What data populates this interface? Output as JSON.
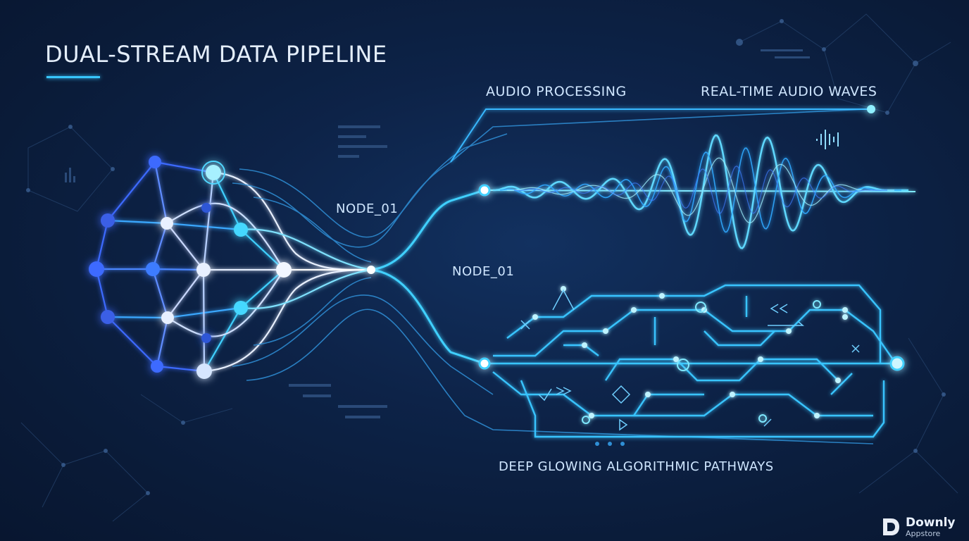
{
  "title": "DUAL-STREAM DATA PIPELINE",
  "labels": {
    "audio_processing": "AUDIO PROCESSING",
    "realtime_audio_waves": "REAL-TIME AUDIO WAVES",
    "node_upper": "NODE_01",
    "node_lower": "NODE_01",
    "algorithmic_pathways": "DEEP GLOWING ALGORITHMIC PATHWAYS"
  },
  "watermark": {
    "line1": "Downly",
    "line2": "Appstore"
  },
  "colors": {
    "background": "#0b1d3a",
    "accent_cyan": "#38c6ff",
    "accent_blue": "#3b6cff",
    "node_white": "#e8f0ff"
  }
}
